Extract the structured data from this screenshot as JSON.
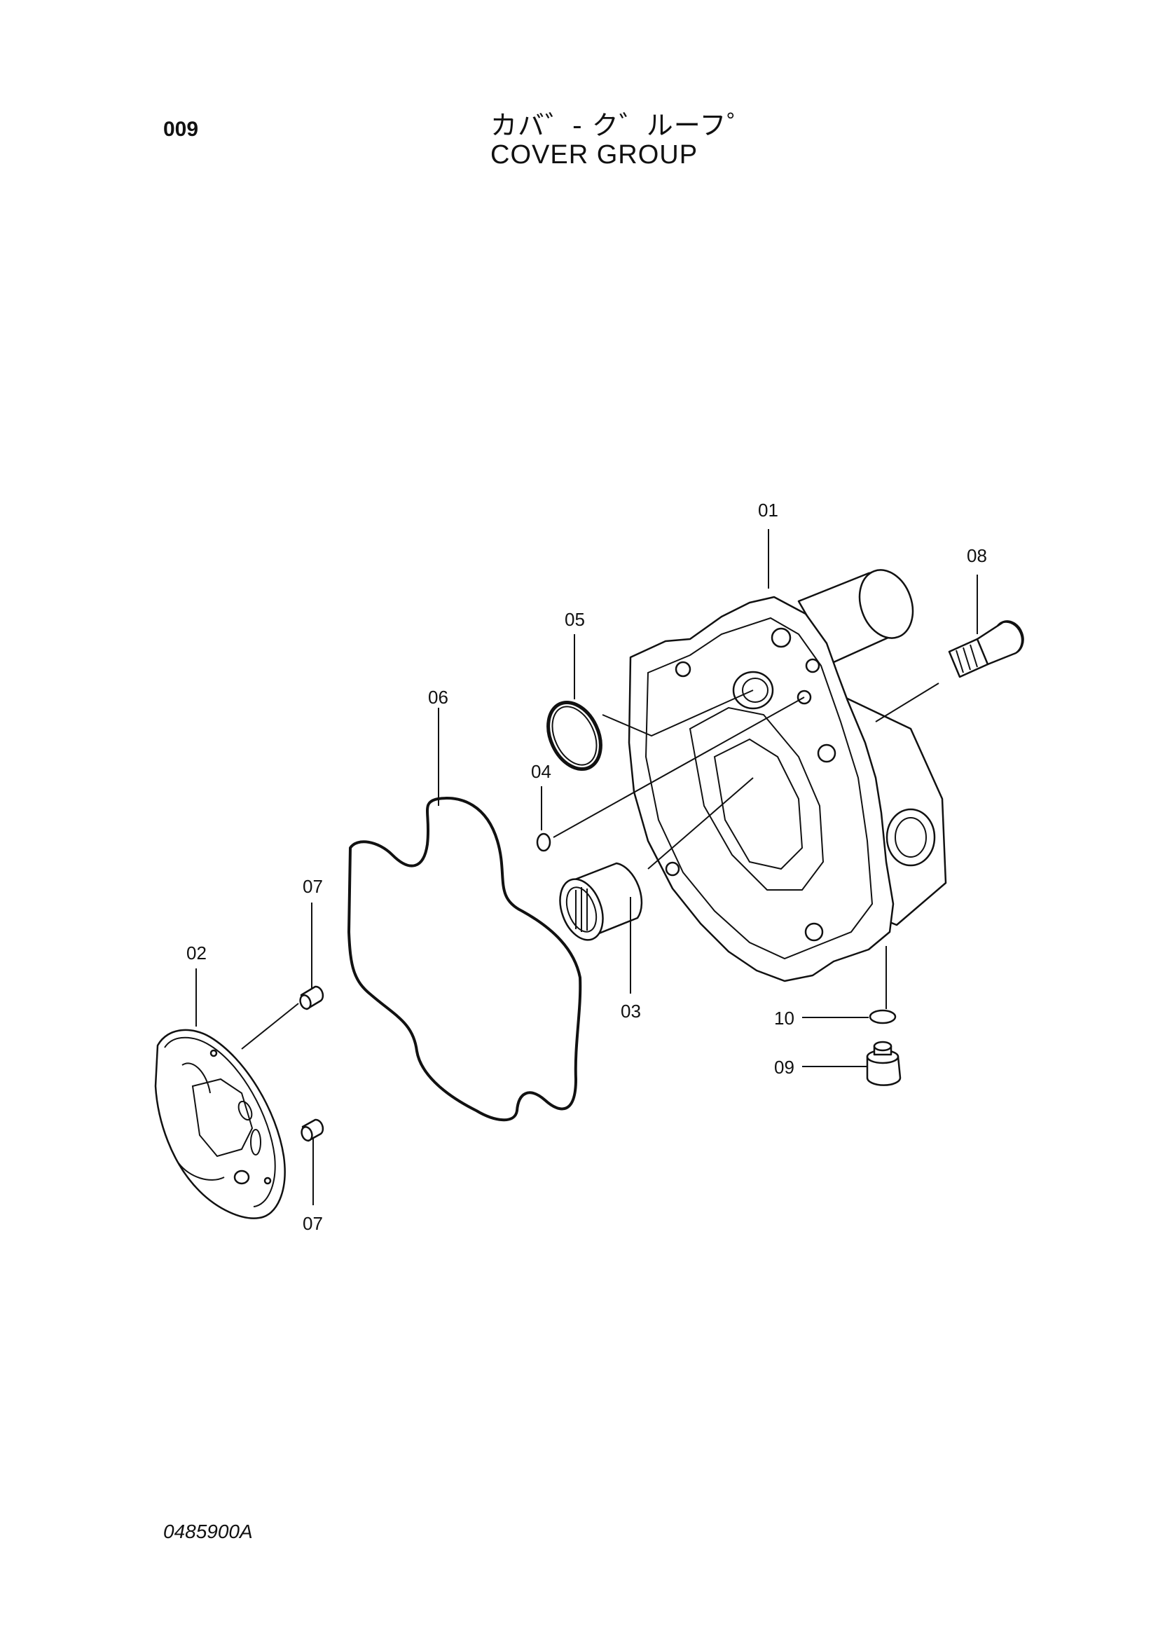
{
  "header": {
    "page_number": "009",
    "title_jp": "カバ゛- ク゛ルーフ゜",
    "title_en": "COVER GROUP"
  },
  "footer": {
    "drawing_number": "0485900A"
  },
  "callouts": {
    "c01": "01",
    "c02": "02",
    "c03": "03",
    "c04": "04",
    "c05": "05",
    "c06": "06",
    "c07_top": "07",
    "c07_bottom": "07",
    "c08": "08",
    "c09": "09",
    "c10": "10"
  },
  "icons": {
    "cover": "pump-cover-icon",
    "plate": "valve-plate-icon",
    "bearing": "needle-bearing-icon",
    "gasket": "gasket-icon",
    "bolt": "socket-bolt-icon",
    "plug": "plug-icon"
  }
}
